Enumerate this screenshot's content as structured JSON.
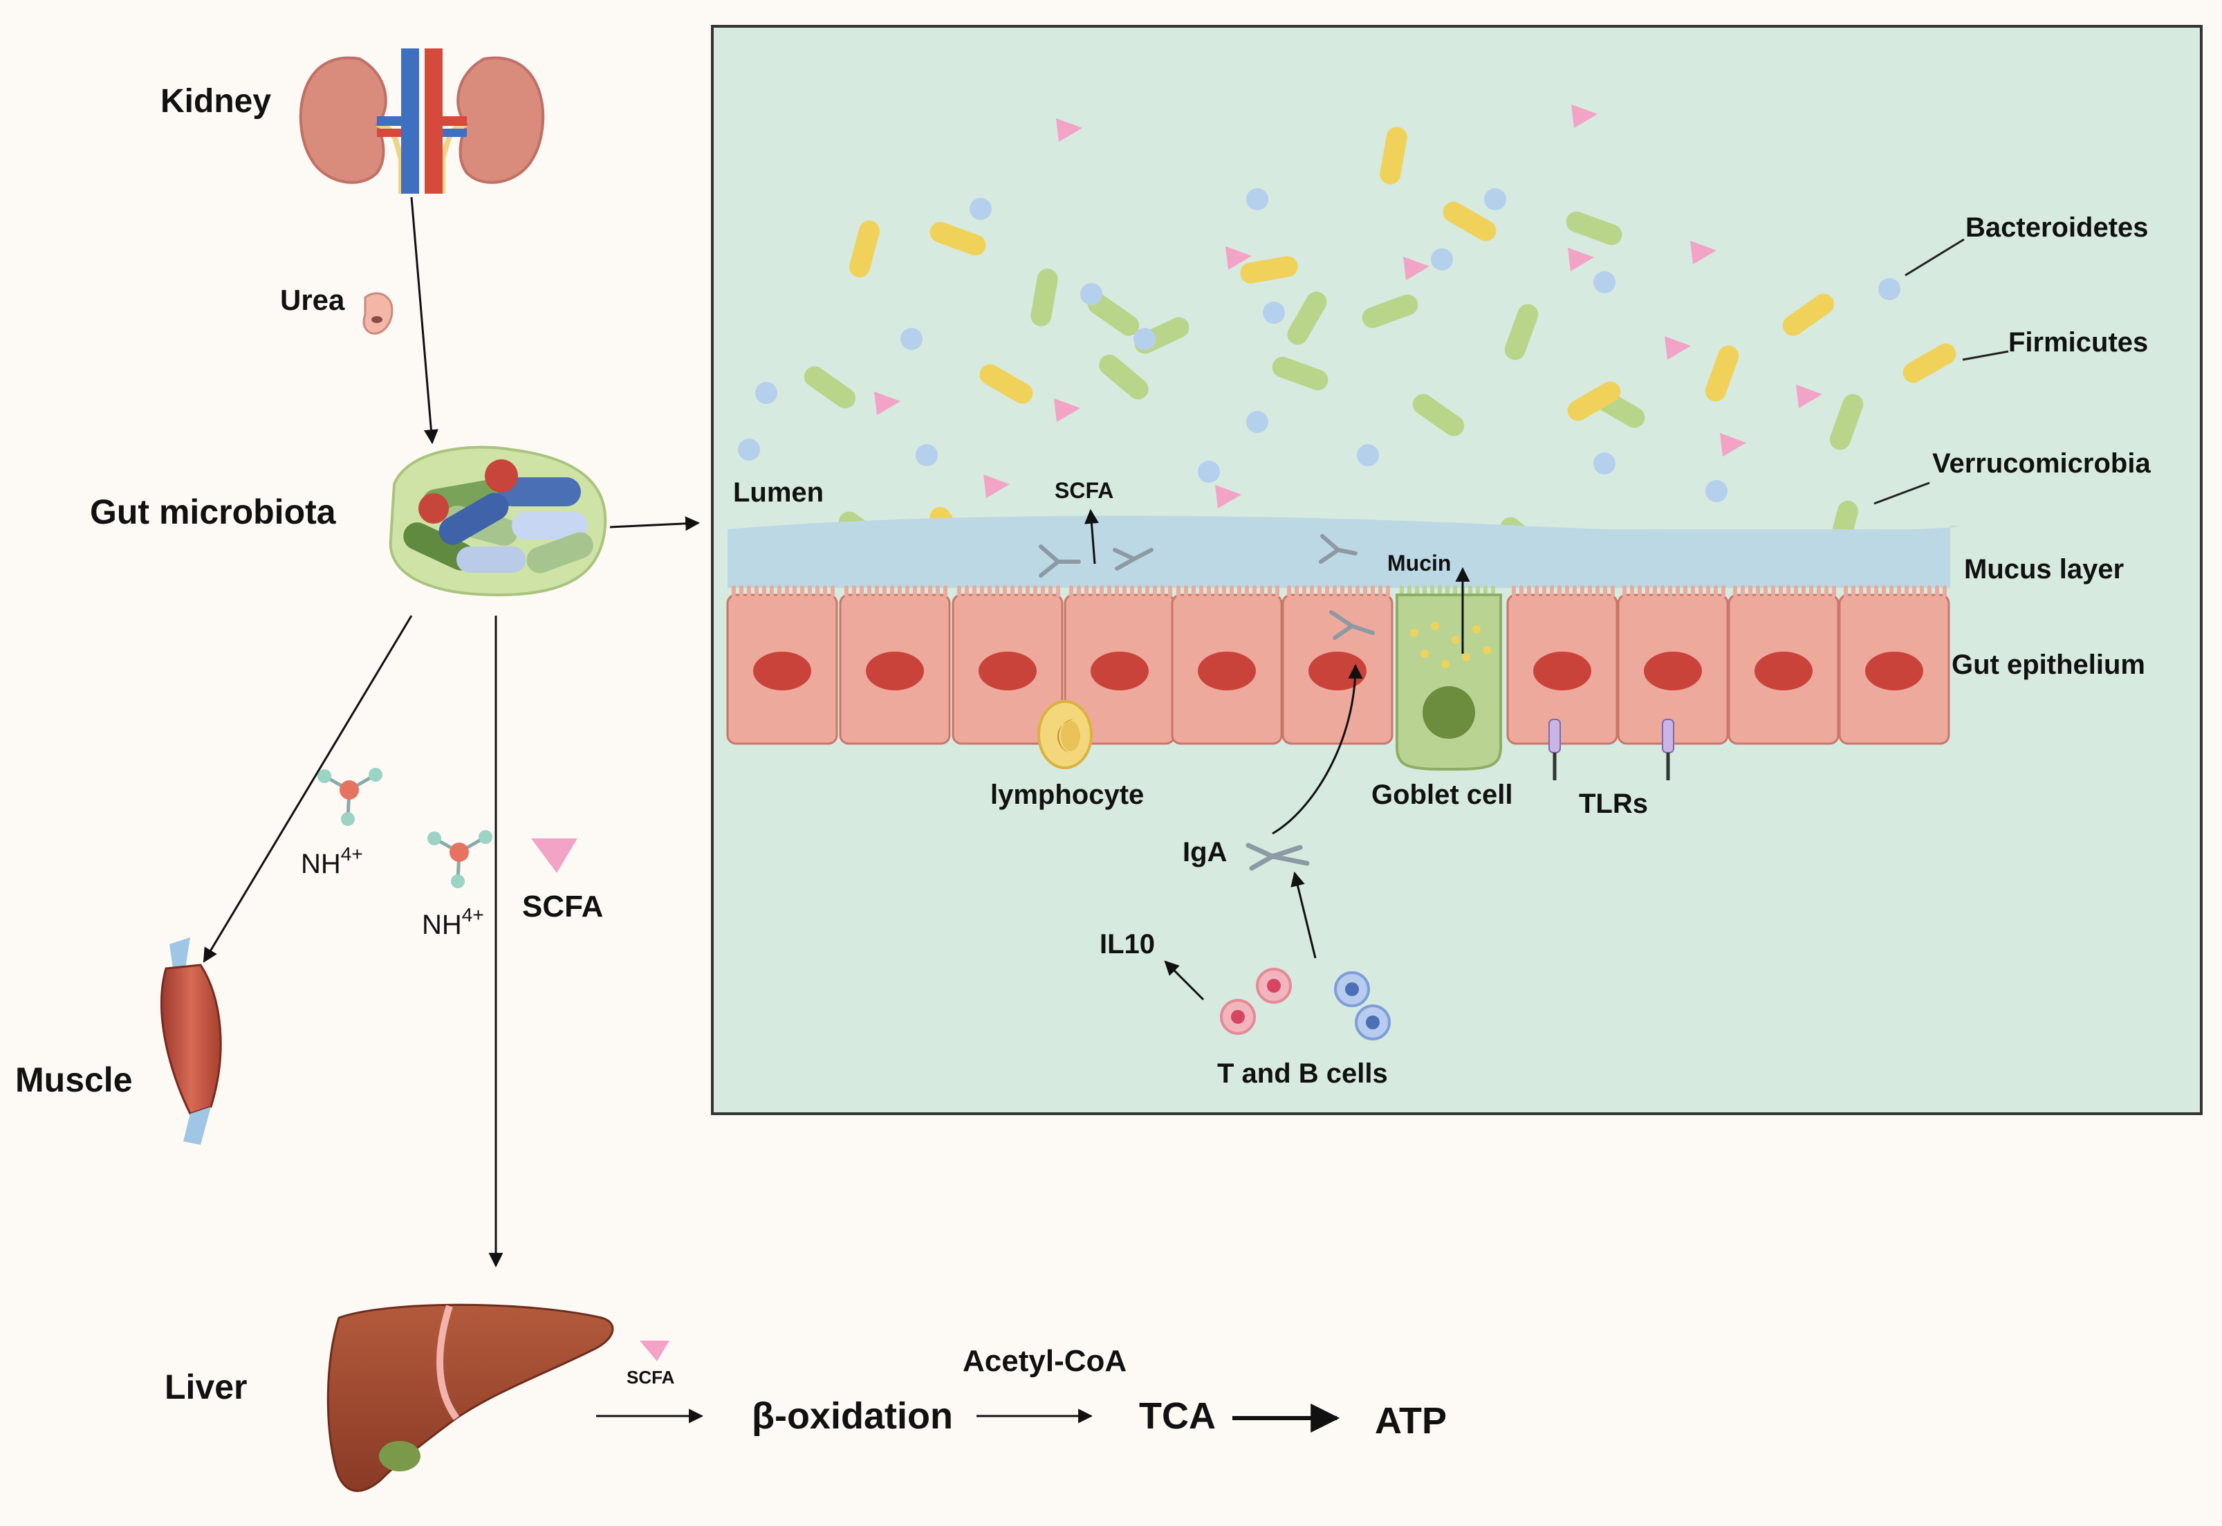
{
  "organs": {
    "kidney": "Kidney",
    "gut_microbiota": "Gut microbiota",
    "muscle": "Muscle",
    "liver": "Liver"
  },
  "molecules": {
    "urea": "Urea",
    "nh4_a": "NH",
    "nh4_a_sup": "4+",
    "nh4_b": "NH",
    "nh4_b_sup": "4+",
    "scfa_main": "SCFA",
    "scfa_liver": "SCFA"
  },
  "pathway": {
    "beta_oxidation": "β-oxidation",
    "acetyl_coa": "Acetyl-CoA",
    "tca": "TCA",
    "atp": "ATP"
  },
  "gut_panel": {
    "lumen": "Lumen",
    "scfa": "SCFA",
    "mucin": "Mucin",
    "bacteroidetes": "Bacteroidetes",
    "firmicutes": "Firmicutes",
    "verrucomicrobia": "Verrucomicrobia",
    "mucus_layer": "Mucus layer",
    "gut_epithelium": "Gut epithelium",
    "lymphocyte": "lymphocyte",
    "goblet_cell": "Goblet cell",
    "tlrs": "TLRs",
    "iga": "IgA",
    "il10": "IL10",
    "t_and_b_cells": "T and B cells"
  },
  "colors": {
    "panel_bg": "#d6eadf",
    "mucus": "#bcd8e4",
    "epithelium": "#eda99c",
    "nucleus": "#c9433a",
    "goblet": "#b9d392",
    "bacteroidetes": "#b5d0ec",
    "firmicutes": "#f0d25a",
    "verrucomicrobia": "#b9d58a",
    "scfa": "#f2a3c6"
  }
}
